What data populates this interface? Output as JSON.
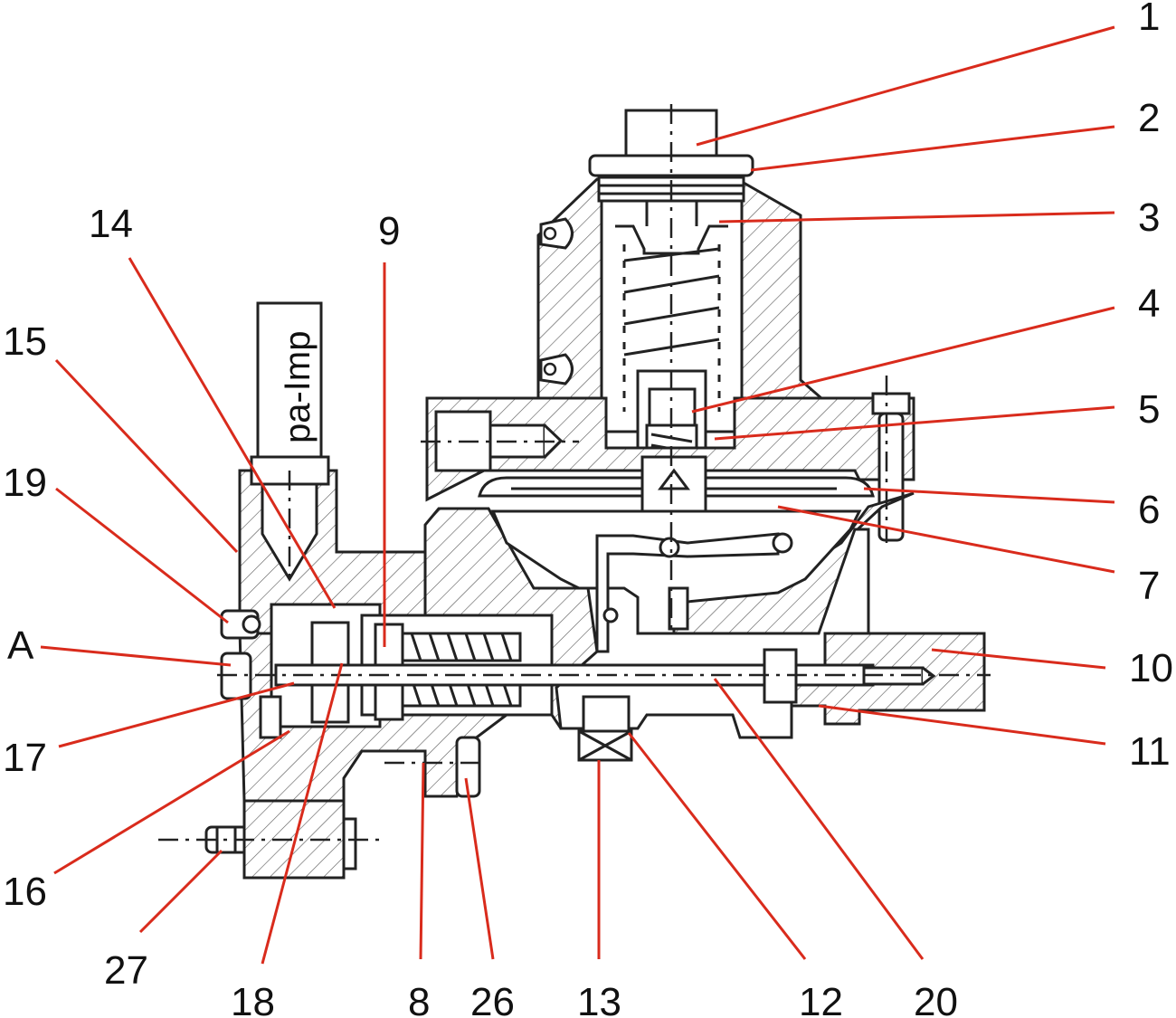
{
  "diagram": {
    "line_color": "#222222",
    "leader_color": "#d92b1c",
    "hatch_color": "#444444",
    "background": "#ffffff",
    "impulse_port_label": "pa-Imp",
    "callouts": [
      {
        "id": "1",
        "label": "1"
      },
      {
        "id": "2",
        "label": "2"
      },
      {
        "id": "3",
        "label": "3"
      },
      {
        "id": "4",
        "label": "4"
      },
      {
        "id": "5",
        "label": "5"
      },
      {
        "id": "6",
        "label": "6"
      },
      {
        "id": "7",
        "label": "7"
      },
      {
        "id": "8",
        "label": "8"
      },
      {
        "id": "9",
        "label": "9"
      },
      {
        "id": "10",
        "label": "10"
      },
      {
        "id": "11",
        "label": "11"
      },
      {
        "id": "12",
        "label": "12"
      },
      {
        "id": "13",
        "label": "13"
      },
      {
        "id": "14",
        "label": "14"
      },
      {
        "id": "15",
        "label": "15"
      },
      {
        "id": "16",
        "label": "16"
      },
      {
        "id": "17",
        "label": "17"
      },
      {
        "id": "18",
        "label": "18"
      },
      {
        "id": "19",
        "label": "19"
      },
      {
        "id": "20",
        "label": "20"
      },
      {
        "id": "26",
        "label": "26"
      },
      {
        "id": "27",
        "label": "27"
      },
      {
        "id": "A",
        "label": "A"
      }
    ]
  }
}
